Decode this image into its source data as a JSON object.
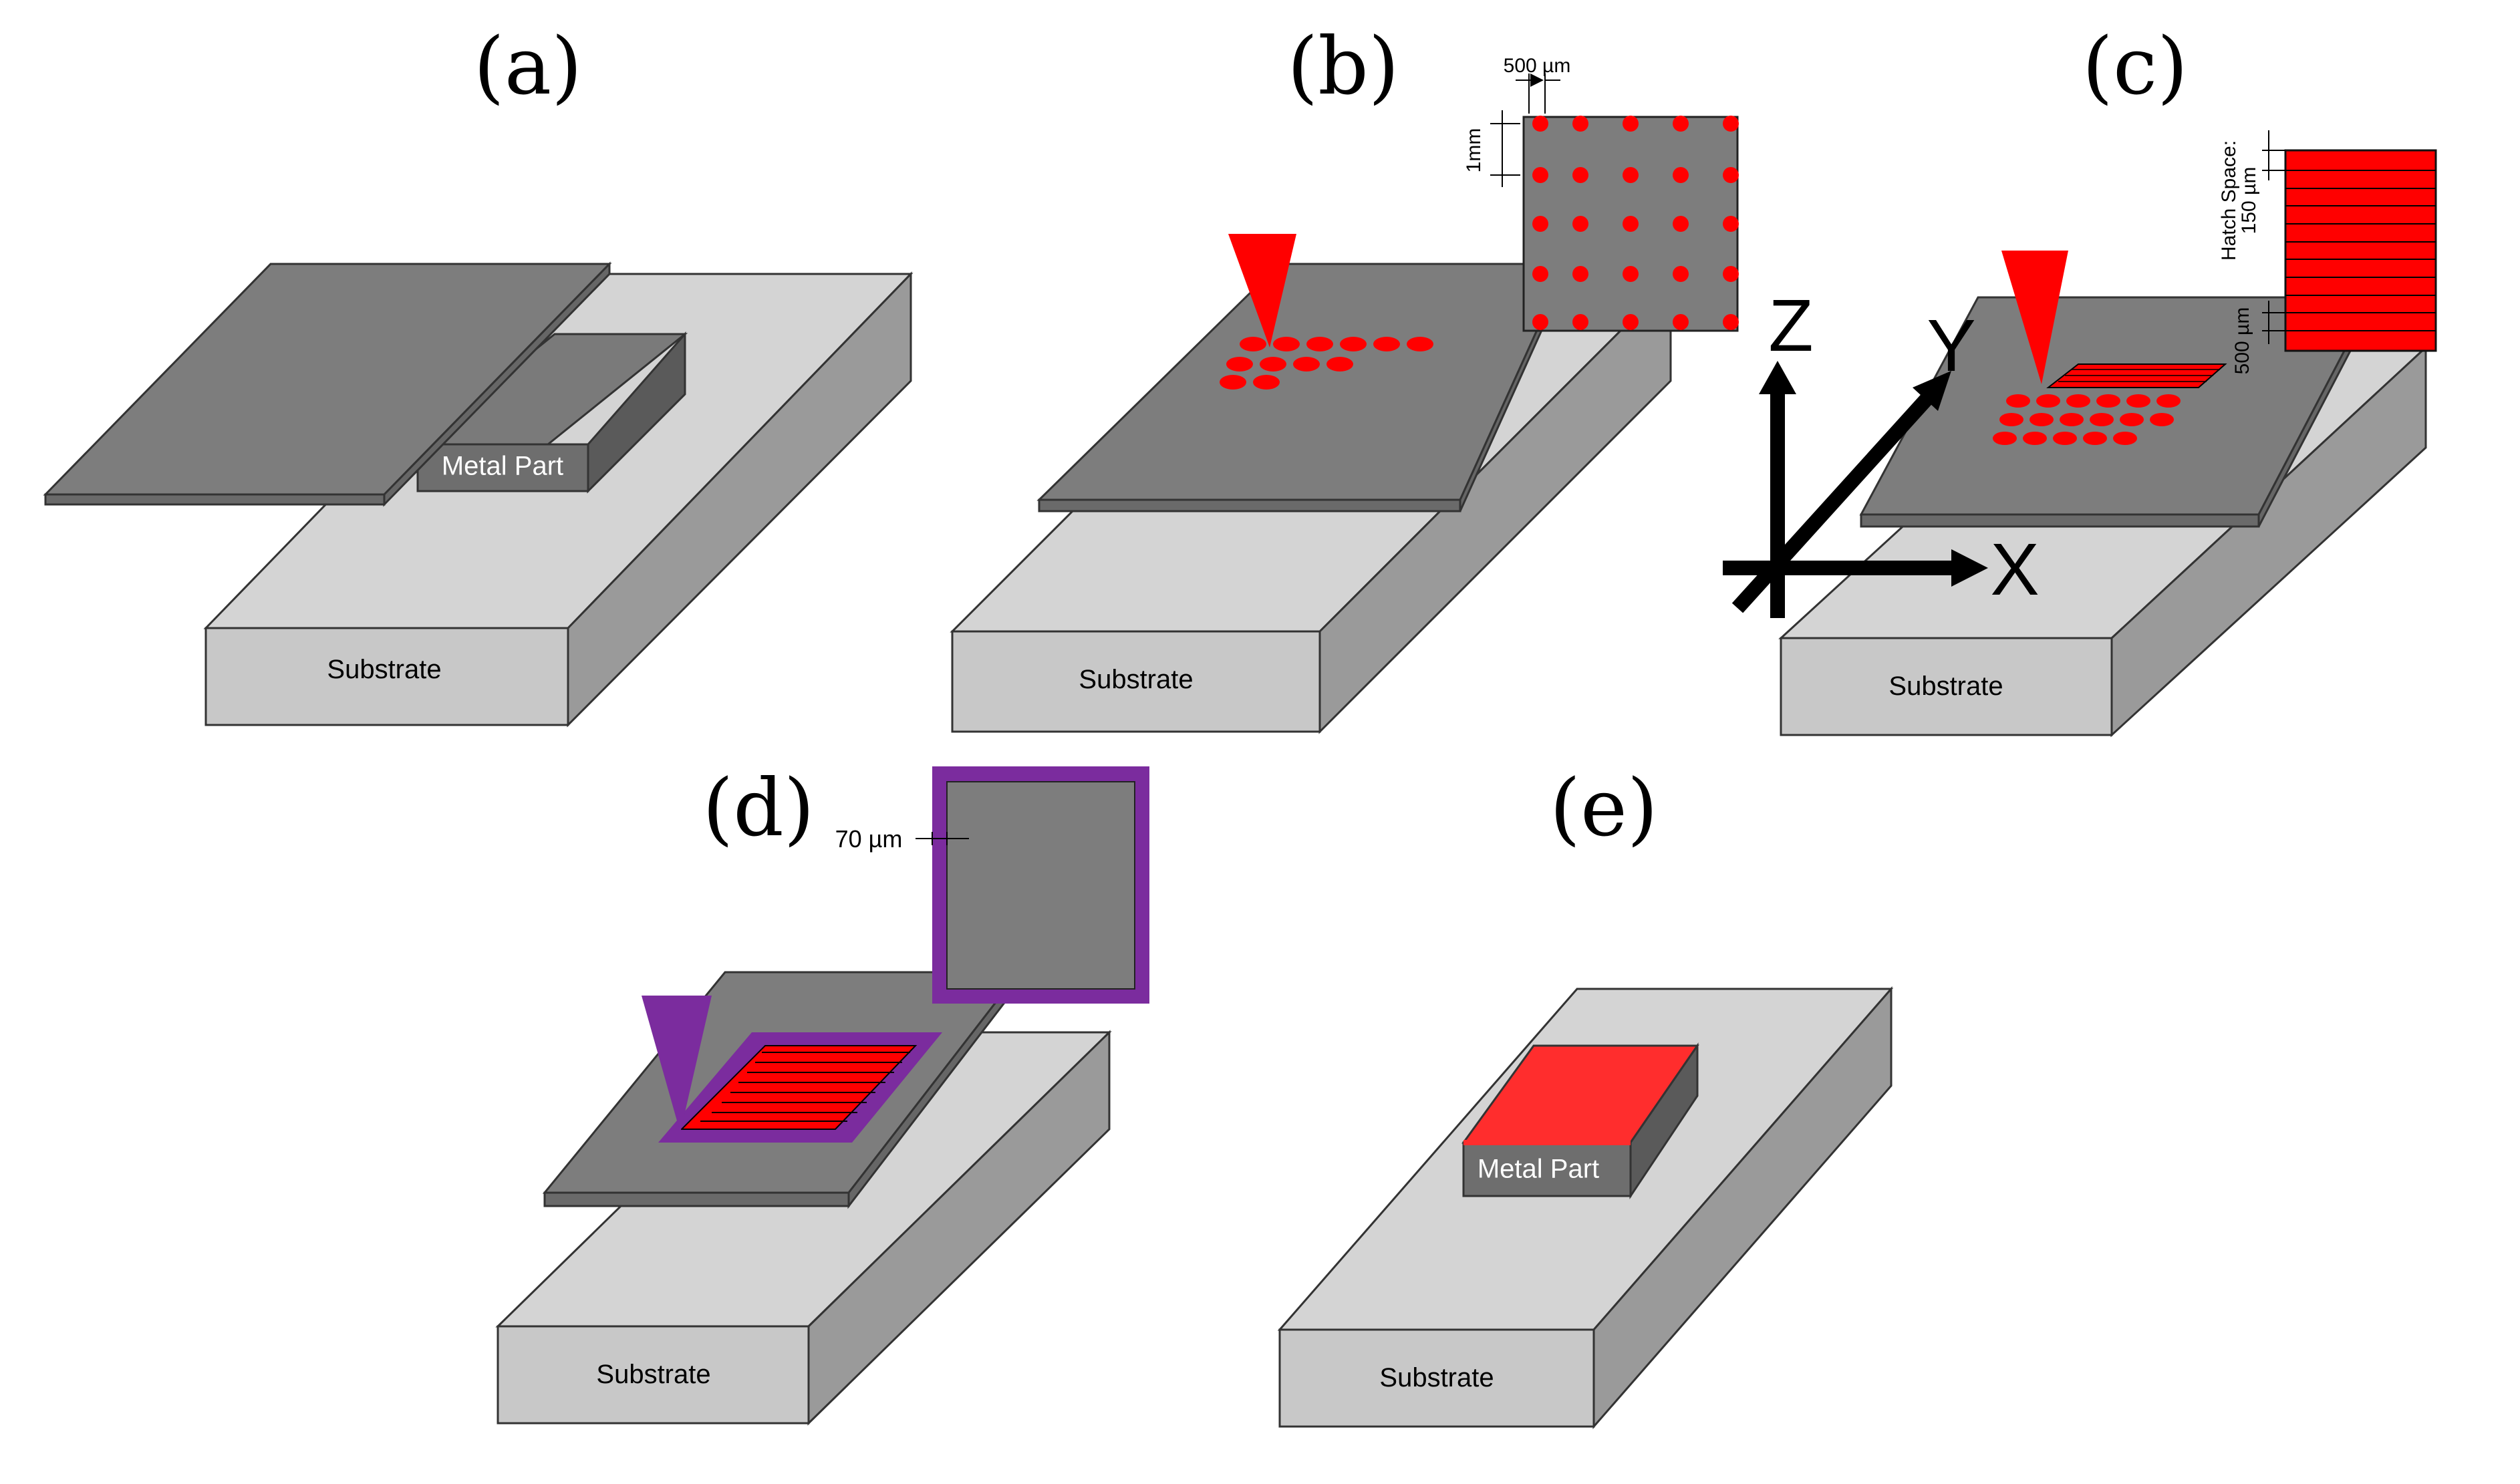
{
  "panels": {
    "a": {
      "label": "(a)",
      "part_label": "Metal Part",
      "substrate_label": "Substrate"
    },
    "b": {
      "label": "(b)",
      "substrate_label": "Substrate",
      "inset_width_dim": "500 µm",
      "inset_height_dim": "1mm"
    },
    "c": {
      "label": "(c)",
      "substrate_label": "Substrate",
      "hatch_dim": "Hatch Space:",
      "hatch_dim_value": "150 µm",
      "line_dim": "500 µm"
    },
    "d": {
      "label": "(d)",
      "substrate_label": "Substrate",
      "contour_dim": "70 µm"
    },
    "e": {
      "label": "(e)",
      "part_label": "Metal Part",
      "substrate_label": "Substrate"
    }
  },
  "axes": {
    "x": "X",
    "y": "Y",
    "z": "Z"
  },
  "colors": {
    "substrate_front": "#c8c8c8",
    "substrate_top": "#d4d4d4",
    "substrate_side": "#9a9a9a",
    "foil": "#7d7d7d",
    "part": "#6e6e6e",
    "laser_red": "#ff0000",
    "laser_purple": "#7b2c9e"
  }
}
